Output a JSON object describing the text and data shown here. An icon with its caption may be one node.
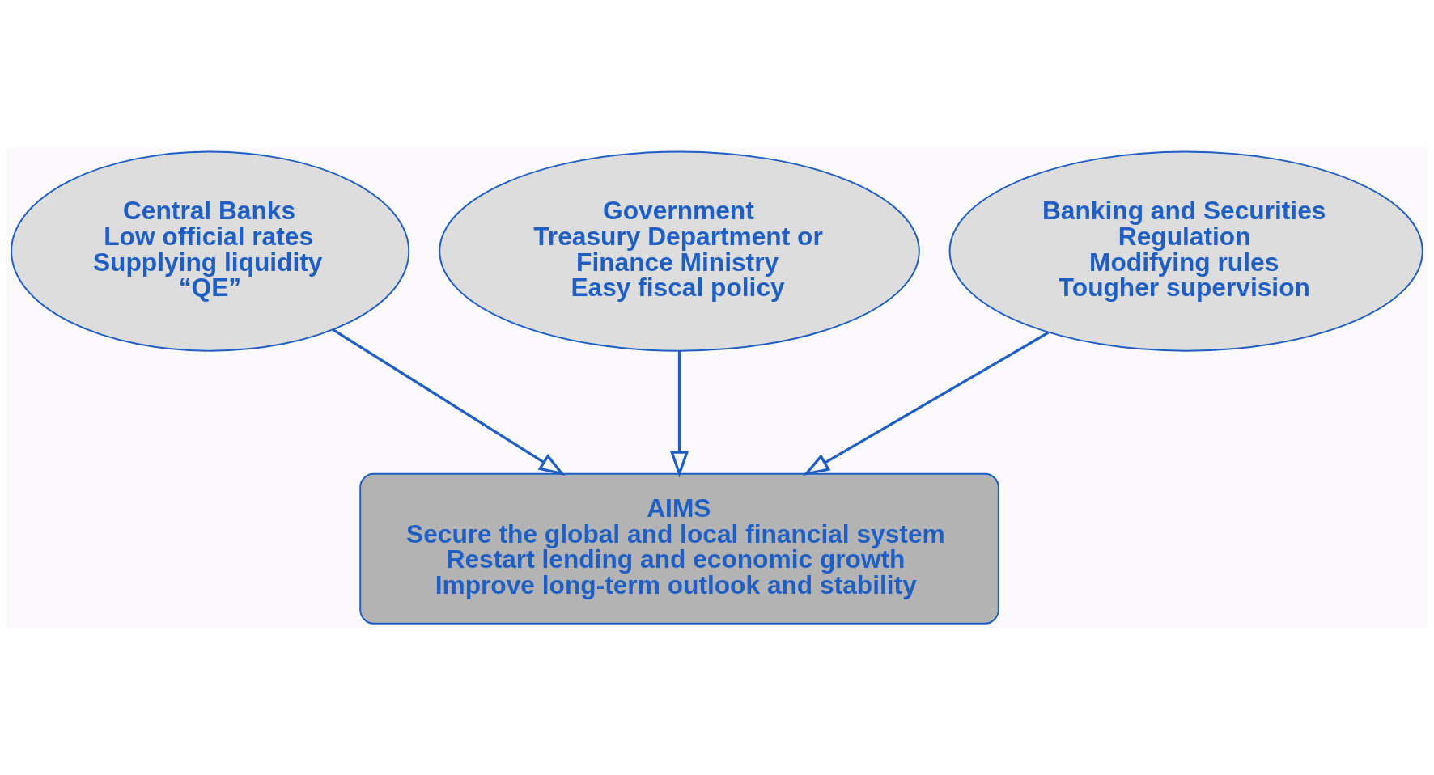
{
  "diagram": {
    "nodes": [
      {
        "text": [
          "Central Banks",
          "Low official rates",
          "Supplying liquidity",
          "“QE”"
        ]
      },
      {
        "text": [
          "Government",
          "Treasury Department or Finance Ministry",
          "Easy fiscal policy"
        ]
      },
      {
        "text": [
          "Banking and Securities Regulation",
          "Modifying rules",
          "Tougher supervision"
        ]
      },
      {
        "text": [
          "AIMS",
          "Secure the global and local financial system",
          "Restart lending and economic growth",
          "Improve long-term outlook and stability"
        ]
      }
    ],
    "edges": [
      {
        "from": 0,
        "to": 3,
        "arrow": "to"
      },
      {
        "from": 1,
        "to": 3,
        "arrow": "to"
      },
      {
        "from": 2,
        "to": 3,
        "arrow": "to"
      }
    ]
  }
}
